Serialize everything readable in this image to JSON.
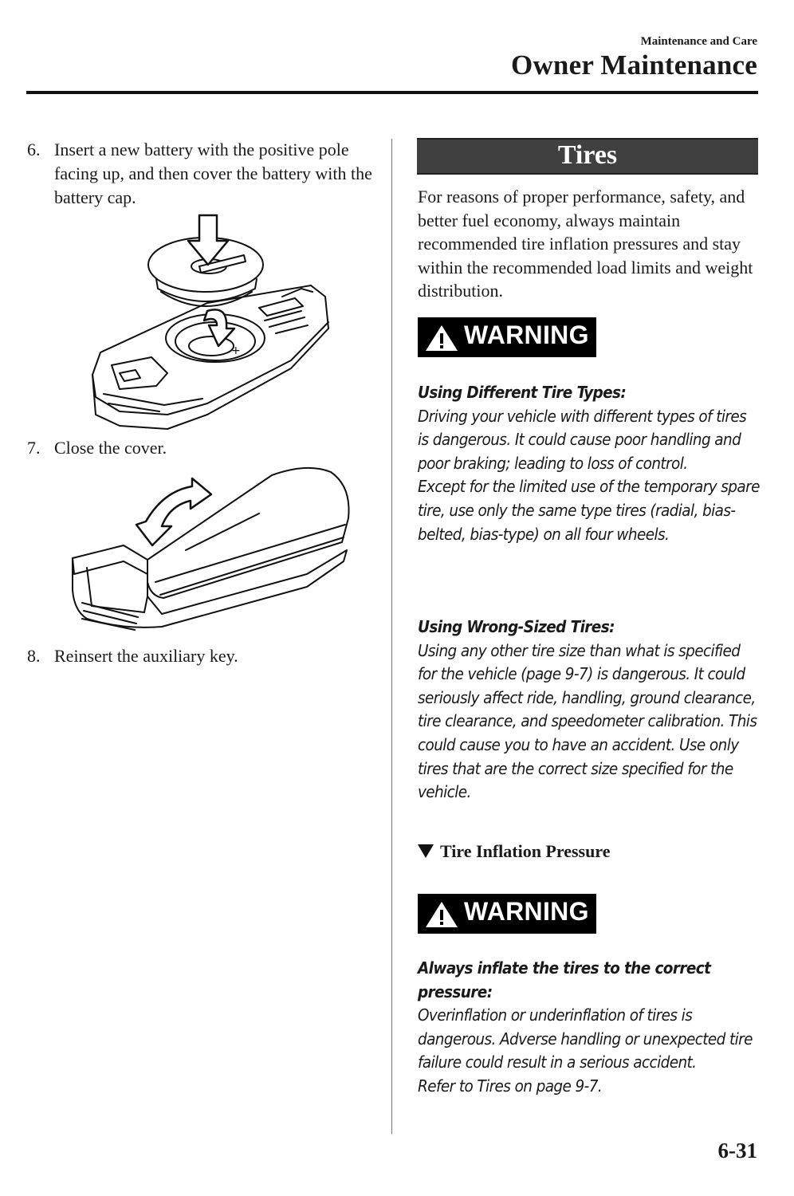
{
  "header": {
    "section": "Maintenance and Care",
    "title": "Owner Maintenance"
  },
  "left_column": {
    "steps": [
      {
        "number": "6.",
        "text": "Insert a new battery with the positive pole facing up, and then cover the battery with the battery cap."
      },
      {
        "number": "7.",
        "text": "Close the cover."
      },
      {
        "number": "8.",
        "text": "Reinsert the auxiliary key."
      }
    ]
  },
  "right_column": {
    "section_title": "Tires",
    "intro": "For reasons of proper performance, safety, and better fuel economy, always maintain recommended tire inflation pressures and stay within the recommended load limits and weight distribution.",
    "warning_label": "WARNING",
    "warning1": {
      "blocks": [
        {
          "heading": "Using Different Tire Types:",
          "paragraphs": [
            "Driving your vehicle with different types of tires is dangerous. It could cause poor handling and poor braking; leading to loss of control.",
            "Except for the limited use of the temporary spare tire, use only the same type tires (radial, bias-belted, bias-type) on all four wheels."
          ]
        },
        {
          "heading": "Using Wrong-Sized Tires:",
          "paragraphs": [
            "Using any other tire size than what is specified for the vehicle (page 9-7) is dangerous. It could seriously affect ride, handling, ground clearance, tire clearance, and speedometer calibration. This could cause you to have an accident. Use only tires that are the correct size specified for the vehicle."
          ]
        }
      ]
    },
    "subsection": "Tire Inflation Pressure",
    "warning2": {
      "heading": "Always inflate the tires to the correct pressure:",
      "paragraphs": [
        "Overinflation or underinflation of tires is dangerous. Adverse handling or unexpected tire failure could result in a serious accident.",
        "Refer to Tires on page 9-7."
      ]
    }
  },
  "footer": {
    "page_number": "6-31"
  },
  "icons": {
    "warning_triangle": "warning-triangle-icon",
    "subsection_marker": "triangle-down-icon"
  },
  "colors": {
    "text": "#1a1a1a",
    "section_bar": "#404040",
    "warning_bg": "#000000"
  }
}
